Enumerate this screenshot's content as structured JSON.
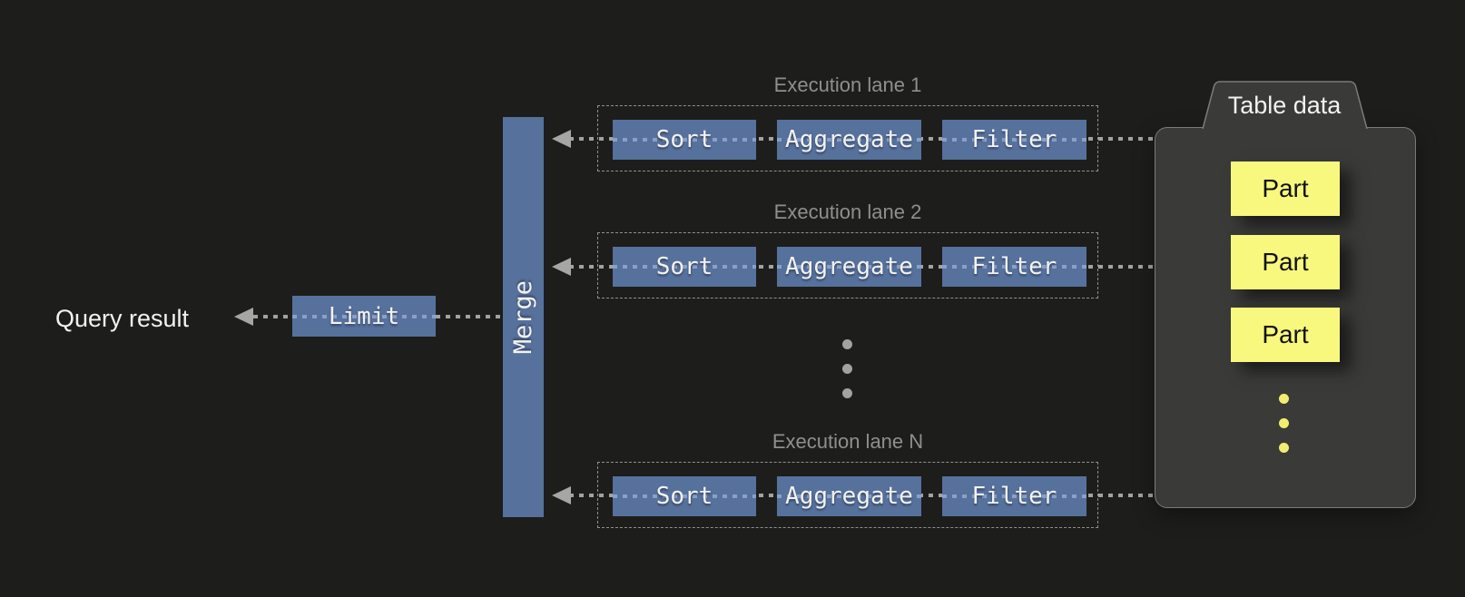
{
  "query_result": {
    "label": "Query result"
  },
  "limit": {
    "label": "Limit"
  },
  "merge": {
    "label": "Merge"
  },
  "lanes": [
    {
      "label": "Execution lane 1",
      "operators": [
        "Sort",
        "Aggregate",
        "Filter"
      ]
    },
    {
      "label": "Execution lane 2",
      "operators": [
        "Sort",
        "Aggregate",
        "Filter"
      ]
    },
    {
      "label": "Execution lane N",
      "operators": [
        "Sort",
        "Aggregate",
        "Filter"
      ]
    }
  ],
  "table_data": {
    "label": "Table data",
    "parts": [
      "Part",
      "Part",
      "Part"
    ]
  },
  "colors": {
    "background": "#1d1d1b",
    "operator_blue": "#56719c",
    "connector_gray": "#a2a2a0",
    "connector_light_blue": "#8ba0c7",
    "lane_label_gray": "#8f8f8f",
    "panel_fill": "#3a3a38",
    "panel_border": "#7b7b79",
    "part_yellow": "#f9f87e",
    "text_white": "#f2f2f2"
  }
}
